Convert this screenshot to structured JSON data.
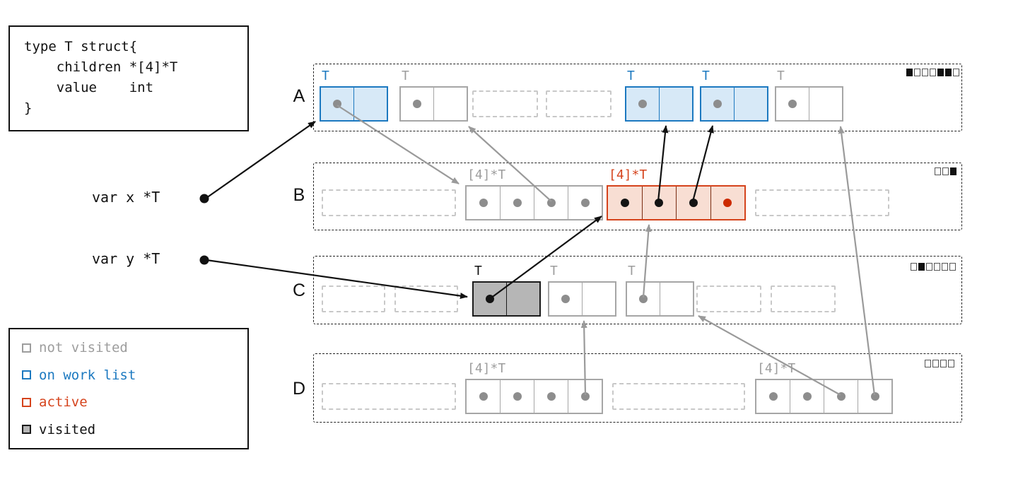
{
  "diagram": {
    "code_box": {
      "lines": [
        "type T struct{",
        "    children *[4]*T",
        "    value    int",
        "}"
      ]
    },
    "pointers": {
      "x": "var x *T",
      "y": "var y *T"
    },
    "legend": {
      "items": [
        {
          "label": "not visited",
          "state": "not-visited"
        },
        {
          "label": "on work list",
          "state": "work-list"
        },
        {
          "label": "active",
          "state": "active"
        },
        {
          "label": "visited",
          "state": "visited"
        }
      ]
    },
    "rows": [
      {
        "label": "A",
        "minimap": [
          1,
          0,
          0,
          0,
          1,
          1,
          0
        ],
        "objects": [
          {
            "type_label": "T",
            "state": "work-list"
          },
          {
            "type_label": "T",
            "state": "not-visited"
          },
          {
            "type_label": "T",
            "state": "work-list"
          },
          {
            "type_label": "T",
            "state": "work-list"
          },
          {
            "type_label": "T",
            "state": "not-visited"
          }
        ]
      },
      {
        "label": "B",
        "minimap": [
          0,
          0,
          1
        ],
        "objects": [
          {
            "type_label": "[4]*T",
            "state": "not-visited"
          },
          {
            "type_label": "[4]*T",
            "state": "active"
          }
        ]
      },
      {
        "label": "C",
        "minimap": [
          0,
          1,
          0,
          0,
          0,
          0
        ],
        "objects": [
          {
            "type_label": "T",
            "state": "visited"
          },
          {
            "type_label": "T",
            "state": "not-visited"
          },
          {
            "type_label": "T",
            "state": "not-visited"
          }
        ]
      },
      {
        "label": "D",
        "minimap": [
          0,
          0,
          0,
          0
        ],
        "objects": [
          {
            "type_label": "[4]*T",
            "state": "not-visited"
          },
          {
            "type_label": "[4]*T",
            "state": "not-visited"
          }
        ]
      }
    ]
  },
  "colors": {
    "blue": "#1c79c0",
    "blue_fill": "#d7e9f7",
    "red": "#d5431c",
    "red_fill": "#f8ded3",
    "gray": "#9d9d9d",
    "dark": "#1b1b1b",
    "visited_fill": "#b6b6b6",
    "dot_gray": "#8d8d8d",
    "dot_black": "#141414",
    "dot_red": "#cc2a00"
  }
}
